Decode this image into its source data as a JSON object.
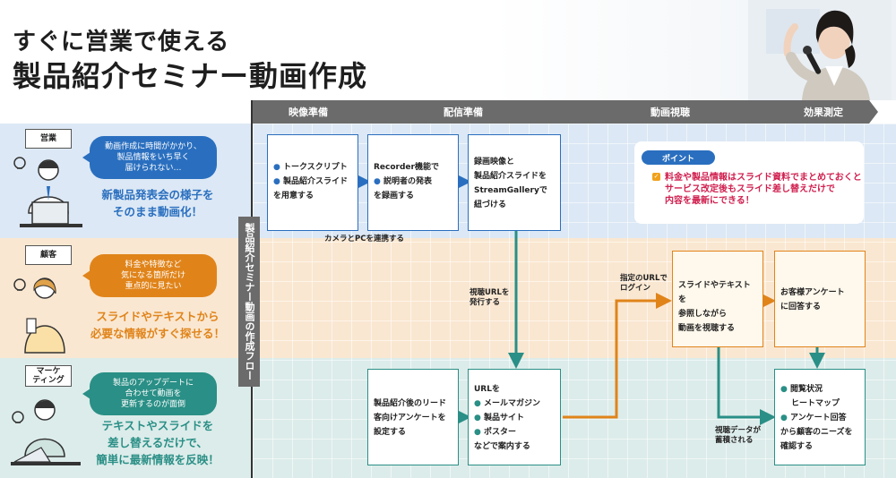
{
  "header": {
    "title_line1": "すぐに営業で使える",
    "title_line2": "製品紹介セミナー動画作成"
  },
  "stages": [
    {
      "label": "映像準備"
    },
    {
      "label": "配信準備"
    },
    {
      "label": "動画視聴"
    },
    {
      "label": "効果測定"
    }
  ],
  "vertical_label": "製品紹介セミナー動画の作成フロー",
  "roles": {
    "sales": {
      "label": "営業",
      "bubble": [
        "動画作成に時間がかかり、",
        "製品情報をいち早く",
        "届けられない…"
      ],
      "slogan": [
        "新製品発表会の様子を",
        "そのまま動画化！"
      ],
      "accent": "#2a6fbf"
    },
    "customer": {
      "label": "顧客",
      "bubble": [
        "料金や特徴など",
        "気になる箇所だけ",
        "重点的に見たい"
      ],
      "slogan": [
        "スライドやテキストから",
        "必要な情報がすぐ探せる！"
      ],
      "accent": "#e0841a"
    },
    "marketing": {
      "label_line1": "マーケ",
      "label_line2": "ティング",
      "bubble": [
        "製品のアップデートに",
        "合わせて動画を",
        "更新するのが面倒"
      ],
      "slogan": [
        "テキストやスライドを",
        "差し替えるだけで、",
        "簡単に最新情報を反映！"
      ],
      "accent": "#2a8f86"
    }
  },
  "boxes": {
    "script": {
      "items": [
        "トークスクリプト",
        "製品紹介スライド"
      ],
      "tail": "を用意する"
    },
    "recorder": {
      "line1": "Recorder機能で",
      "item": "説明者の発表",
      "tail": "を録画する"
    },
    "stream": {
      "lines": [
        "録画映像と",
        "製品紹介スライドを",
        "StreamGalleryで",
        "紐づける"
      ]
    },
    "view": {
      "lines": [
        "スライドやテキストを",
        "参照しながら",
        "動画を視聴する"
      ]
    },
    "survey": {
      "lines": [
        "お客様アンケート",
        "に回答する"
      ]
    },
    "lead": {
      "lines": [
        "製品紹介後のリード",
        "客向けアンケートを",
        "設定する"
      ]
    },
    "url": {
      "line1": "URLを",
      "items": [
        "メールマガジン",
        "製品サイト",
        "ポスター"
      ],
      "tail": "などで案内する"
    },
    "analysis": {
      "items": [
        "閲覧状況",
        "アンケート回答"
      ],
      "item1_sub": "ヒートマップ",
      "tail1": "から顧客のニーズを",
      "tail2": "確認する"
    }
  },
  "notes": {
    "camera": "カメラとPCを連携する",
    "issue": [
      "視聴URLを",
      "発行する"
    ],
    "access": [
      "指定のURLで",
      "ログイン"
    ],
    "stored": [
      "視聴データが",
      "蓄積される"
    ]
  },
  "point": {
    "tag": "ポイント",
    "text": [
      "料金や製品情報はスライド資料でまとめておくと",
      "サービス改定後もスライド差し替えだけで",
      "内容を最新にできる！"
    ]
  },
  "colors": {
    "blue": "#2a6fbf",
    "orange": "#e0841a",
    "teal": "#2a8f86",
    "gray": "#6b6b6b",
    "highlight": "#d0204f"
  }
}
